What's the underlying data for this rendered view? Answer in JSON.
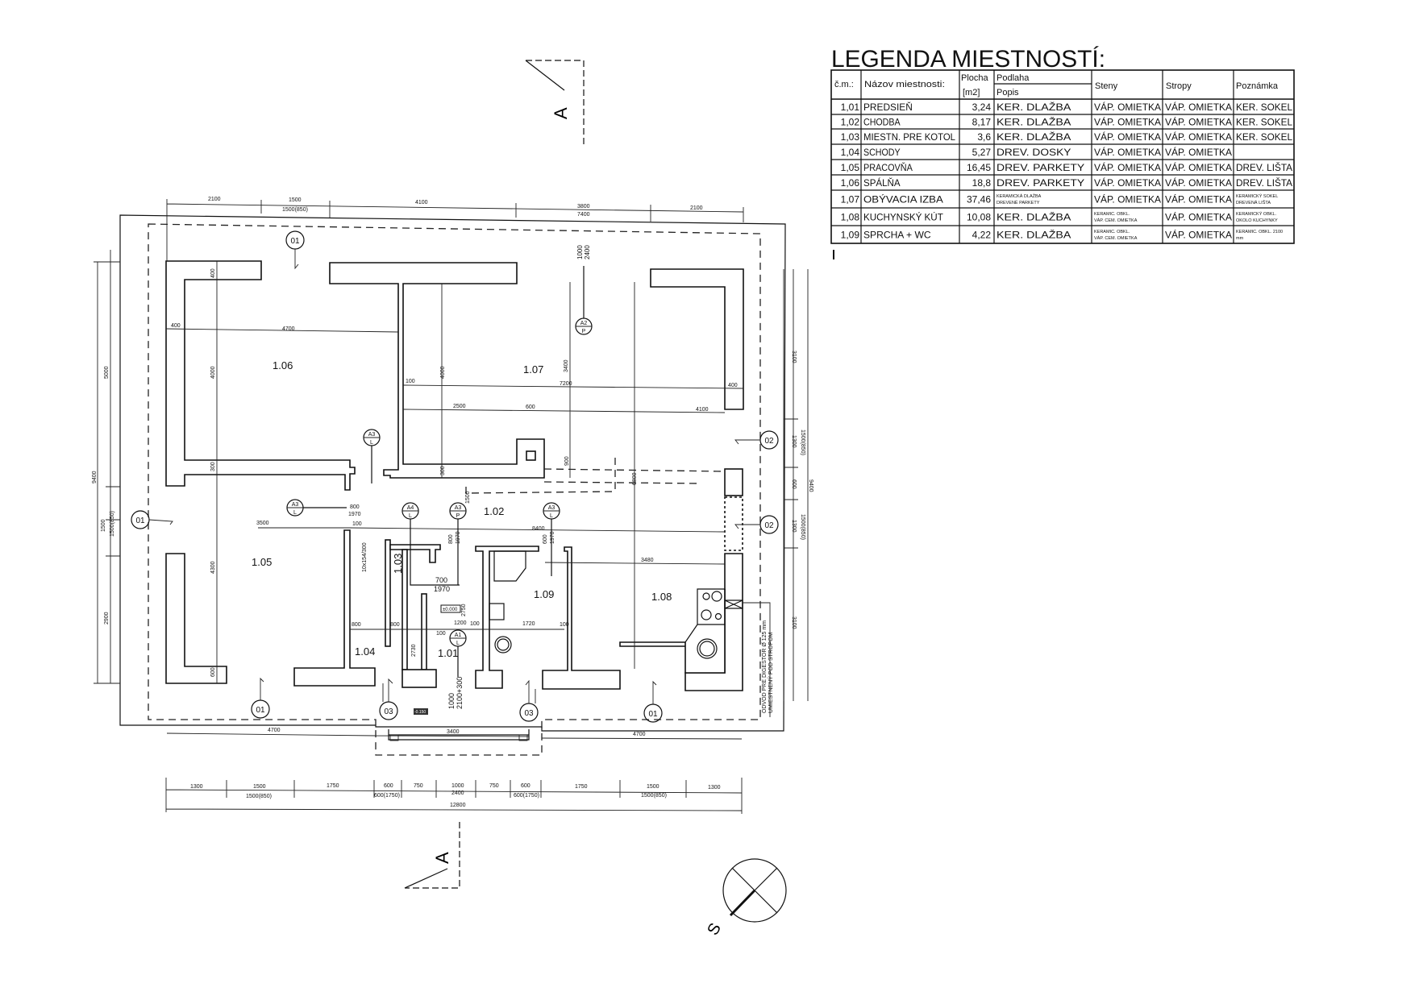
{
  "legend": {
    "title": "LEGENDA MIESTNOSTÍ:",
    "headers": {
      "cislo": "č.m.:",
      "nazov": "Názov miestnosti:",
      "plocha": "Plocha",
      "plocha_unit": "[m2]",
      "podlaha": "Podlaha",
      "popis": "Popis",
      "steny": "Steny",
      "stropy": "Stropy",
      "poznamka": "Poznámka"
    },
    "rows": [
      {
        "c": "1,01",
        "name": "PREDSIEŇ",
        "area": "3,24",
        "floor": "KER. DLAŽBA",
        "walls": "VÁP. OMIETKA",
        "ceil": "VÁP. OMIETKA",
        "note": "KER. SOKEL"
      },
      {
        "c": "1,02",
        "name": "CHODBA",
        "area": "8,17",
        "floor": "KER. DLAŽBA",
        "walls": "VÁP. OMIETKA",
        "ceil": "VÁP. OMIETKA",
        "note": "KER. SOKEL"
      },
      {
        "c": "1,03",
        "name": "MIESTN. PRE KOTOL",
        "area": "3,6",
        "floor": "KER. DLAŽBA",
        "walls": "VÁP. OMIETKA",
        "ceil": "VÁP. OMIETKA",
        "note": "KER. SOKEL"
      },
      {
        "c": "1,04",
        "name": "SCHODY",
        "area": "5,27",
        "floor": "DREV. DOSKY",
        "walls": "VÁP. OMIETKA",
        "ceil": "VÁP. OMIETKA",
        "note": ""
      },
      {
        "c": "1,05",
        "name": "PRACOVŇA",
        "area": "16,45",
        "floor": "DREV. PARKETY",
        "walls": "VÁP. OMIETKA",
        "ceil": "VÁP. OMIETKA",
        "note": "DREV. LIŠTA"
      },
      {
        "c": "1,06",
        "name": "SPÁLŇA",
        "area": "18,8",
        "floor": "DREV. PARKETY",
        "walls": "VÁP. OMIETKA",
        "ceil": "VÁP. OMIETKA",
        "note": "DREV. LIŠTA"
      },
      {
        "c": "1,07",
        "name": "OBÝVACIA IZBA",
        "area": "37,46",
        "floor1": "KERAMICKÁ DLAŽBA",
        "floor2": "DREVENÉ PARKETY",
        "walls": "VÁP. OMIETKA",
        "ceil": "VÁP. OMIETKA",
        "note1": "KERAMICKÝ SOKEL",
        "note2": "DREVENÁ LIŠTA"
      },
      {
        "c": "1,08",
        "name": "KUCHYNSKÝ KÚT",
        "area": "10,08",
        "floor": "KER. DLAŽBA",
        "walls1": "KERAMIC. OBKL.",
        "walls2": "VÁP. CEM. OMIETKA",
        "ceil": "VÁP. OMIETKA",
        "note1": "KERAMICKÝ OBKL.",
        "note2": "OKOLO KUCHYNKY"
      },
      {
        "c": "1,09",
        "name": "SPRCHA + WC",
        "area": "4,22",
        "floor": "KER. DLAŽBA",
        "walls1": "KERAMIC. OBKL.",
        "walls2": "VÁP. CEM. OMIETKA",
        "ceil": "VÁP. OMIETKA",
        "note1": "KERAMIC. OBKL. 2100",
        "note2": "mm"
      }
    ]
  },
  "plan": {
    "rooms": [
      "1.01",
      "1.02",
      "1.03",
      "1.04",
      "1.05",
      "1.06",
      "1.07",
      "1.08",
      "1.09"
    ],
    "markers": {
      "m01": "01",
      "m02": "02",
      "m03": "03"
    },
    "sections": [
      {
        "top": "A3",
        "bottom": "L"
      },
      {
        "top": "A2",
        "bottom": "P"
      },
      {
        "top": "A3",
        "bottom": "L"
      },
      {
        "top": "A4",
        "bottom": "L"
      },
      {
        "top": "A3",
        "bottom": "P"
      },
      {
        "top": "A3",
        "bottom": "L"
      },
      {
        "top": "A1",
        "bottom": "L"
      }
    ],
    "section_cut": "A",
    "level": "±0.000",
    "level_entry": "-0.150",
    "kitchen_note1": "ODVOD PRE DIGESTOR Ø 125 mm",
    "kitchen_note2": "UMIESTNENÝ POD STROPOM",
    "dims_top": [
      "2100",
      "1500",
      "1500(850)",
      "4100",
      "3800",
      "7400",
      "2100"
    ],
    "dims_left": [
      "9400",
      "5000",
      "1500",
      "1500(850)",
      "2900"
    ],
    "dims_right": [
      "3100",
      "1300",
      "1500(850)",
      "600",
      "1300",
      "1500(850)",
      "3100",
      "9400"
    ],
    "dims_inner": [
      "400",
      "4700",
      "400",
      "4000",
      "300",
      "100",
      "4000",
      "2500",
      "600",
      "7200",
      "3400",
      "400",
      "4100",
      "300",
      "900",
      "6800",
      "1500",
      "3500",
      "100",
      "800",
      "1970",
      "10x154/300",
      "700",
      "1970",
      "2750",
      "1200",
      "100",
      "1720",
      "100",
      "800",
      "800",
      "100",
      "2730",
      "3480",
      "8400",
      "600",
      "1970",
      "800",
      "1970",
      "1000",
      "2100+300",
      "4300",
      "600",
      "1000",
      "2400"
    ],
    "dims_bottom": [
      "4700",
      "3400",
      "4700"
    ],
    "dims_chain": [
      "1300",
      "1500",
      "1500(850)",
      "1750",
      "600",
      "600(1750)",
      "750",
      "1000",
      "2400",
      "750",
      "600",
      "600(1750)",
      "1750",
      "1500",
      "1500(850)",
      "1300",
      "12800"
    ]
  },
  "compass": {
    "label": "S"
  }
}
